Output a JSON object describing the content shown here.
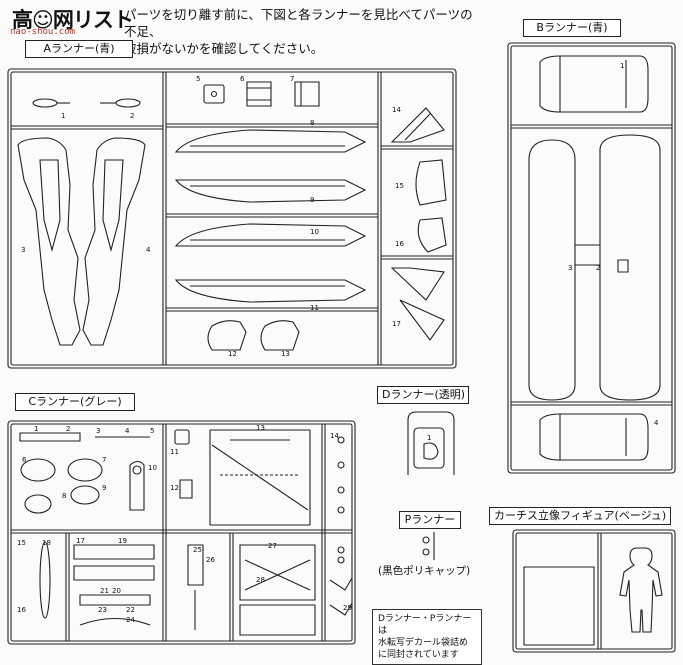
{
  "header": {
    "logo_text": "高",
    "title": "高☺网リスト",
    "watermark": "nao-shou.com",
    "intro_line1": "パーツを切り離す前に、下図と各ランナーを見比べてパーツの不足、",
    "intro_line2": "破損がないかを確認してください。"
  },
  "runners": {
    "A": {
      "label": "Aランナー(青)",
      "parts": [
        "1",
        "2",
        "3",
        "4",
        "5",
        "6",
        "7",
        "8",
        "9",
        "10",
        "11",
        "12",
        "13",
        "14",
        "15",
        "16",
        "17"
      ]
    },
    "B": {
      "label": "Bランナー(青)",
      "parts": [
        "1",
        "2",
        "3",
        "4"
      ]
    },
    "C": {
      "label": "Cランナー(グレー)",
      "parts": [
        "1",
        "2",
        "3",
        "4",
        "5",
        "6",
        "7",
        "8",
        "9",
        "10",
        "11",
        "12",
        "13",
        "14",
        "15",
        "16",
        "17",
        "18",
        "19",
        "20",
        "21",
        "22",
        "23",
        "24",
        "25",
        "26",
        "27",
        "28",
        "29"
      ]
    },
    "D": {
      "label": "Dランナー(透明)",
      "parts": [
        "1"
      ]
    },
    "P": {
      "label": "Pランナー",
      "caption": "(黒色ポリキャップ)"
    },
    "figure": {
      "label": "カーチス立像フィギュア(ベージュ)"
    }
  },
  "note": {
    "line1": "Dランナー・Pランナーは",
    "line2": "水転写デカール袋詰め",
    "line3": "に同封されています"
  }
}
